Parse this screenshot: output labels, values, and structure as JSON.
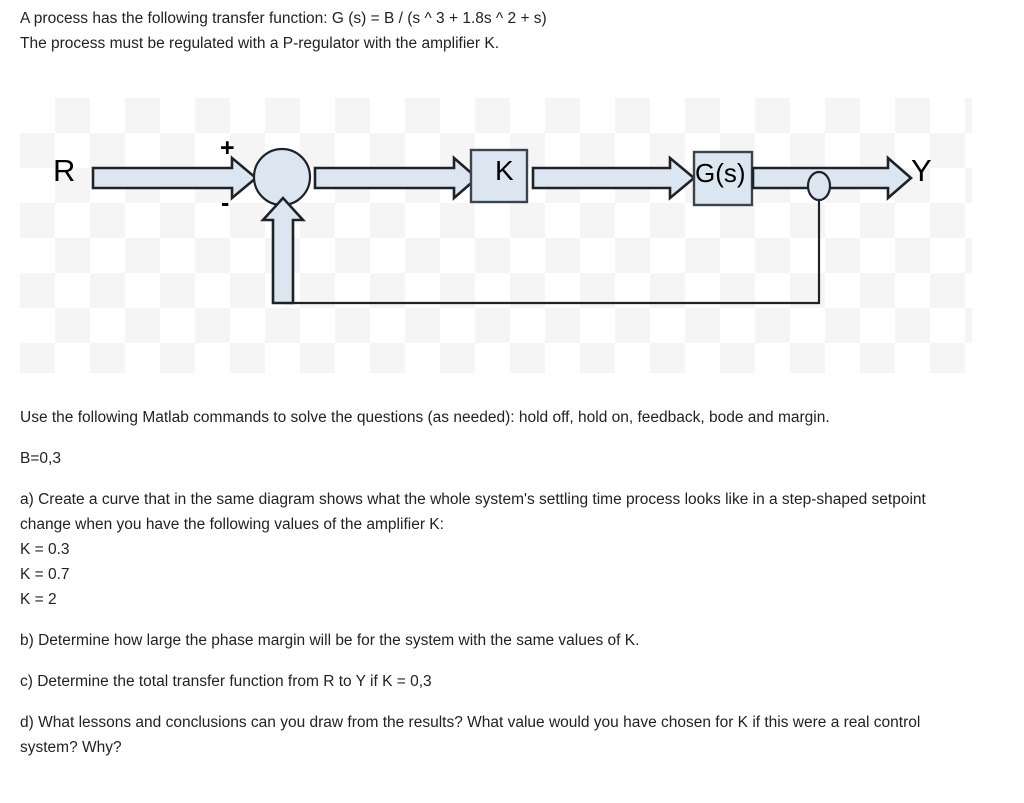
{
  "intro": {
    "line1": "A process has the following transfer function: G (s) = B / (s ^ 3 + 1.8s ^ 2 + s)",
    "line2": "The process must be regulated with a P-regulator with the amplifier K."
  },
  "diagram": {
    "input_label": "R",
    "output_label": "Y",
    "plus_sign": "+",
    "minus_sign": "-",
    "gain_block_label": "K",
    "plant_block_label": "G(s)",
    "colors": {
      "block_fill": "#dce6f1",
      "block_stroke": "#3b444b",
      "arrow_fill": "#dce6f1",
      "arrow_stroke": "#1f2329",
      "checker_light": "#ffffff",
      "checker_dark": "#f5f5f5"
    }
  },
  "body": {
    "matlab_note": "Use the following Matlab commands to solve the questions (as needed): hold off, hold on, feedback, bode and margin.",
    "b_value": "B=0,3",
    "question_a": "a) Create a curve that in the same diagram shows what the whole system's settling time process looks like in a step-shaped setpoint change when you have the following values of the amplifier K:",
    "k_values": [
      "K = 0.3",
      "K = 0.7",
      "K = 2"
    ],
    "question_b": "b) Determine how large the phase margin will be for the system with the same values of K.",
    "question_c": "c) Determine the total transfer function from R to Y if K = 0,3",
    "question_d": "d) What lessons and conclusions can you draw from the results? What value would you have chosen for K if this were a real control system? Why?"
  }
}
